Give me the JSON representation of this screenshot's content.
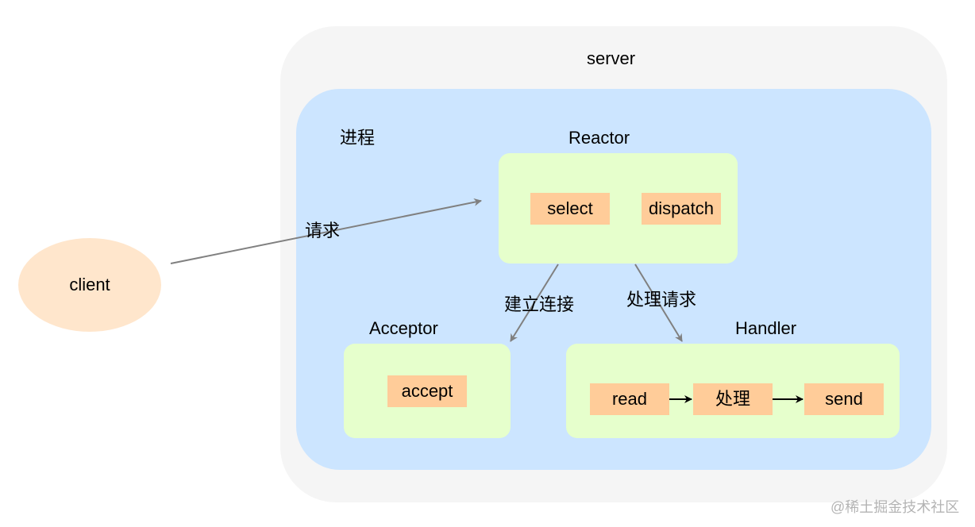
{
  "server": {
    "label": "server"
  },
  "process": {
    "label": "进程"
  },
  "client": {
    "label": "client"
  },
  "request_label": "请求",
  "reactor": {
    "label": "Reactor",
    "select": "select",
    "dispatch": "dispatch"
  },
  "connect_label": "建立连接",
  "handle_label": "处理请求",
  "acceptor": {
    "label": "Acceptor",
    "accept": "accept"
  },
  "handler": {
    "label": "Handler",
    "read": "read",
    "process": "处理",
    "send": "send"
  },
  "watermark": "@稀土掘金技术社区",
  "colors": {
    "server_bg": "#f5f5f5",
    "process_bg": "#cce5ff",
    "component_bg": "#e6ffcc",
    "step_bg": "#ffcc99",
    "client_bg": "#ffe6cc",
    "arrow": "#808080"
  }
}
